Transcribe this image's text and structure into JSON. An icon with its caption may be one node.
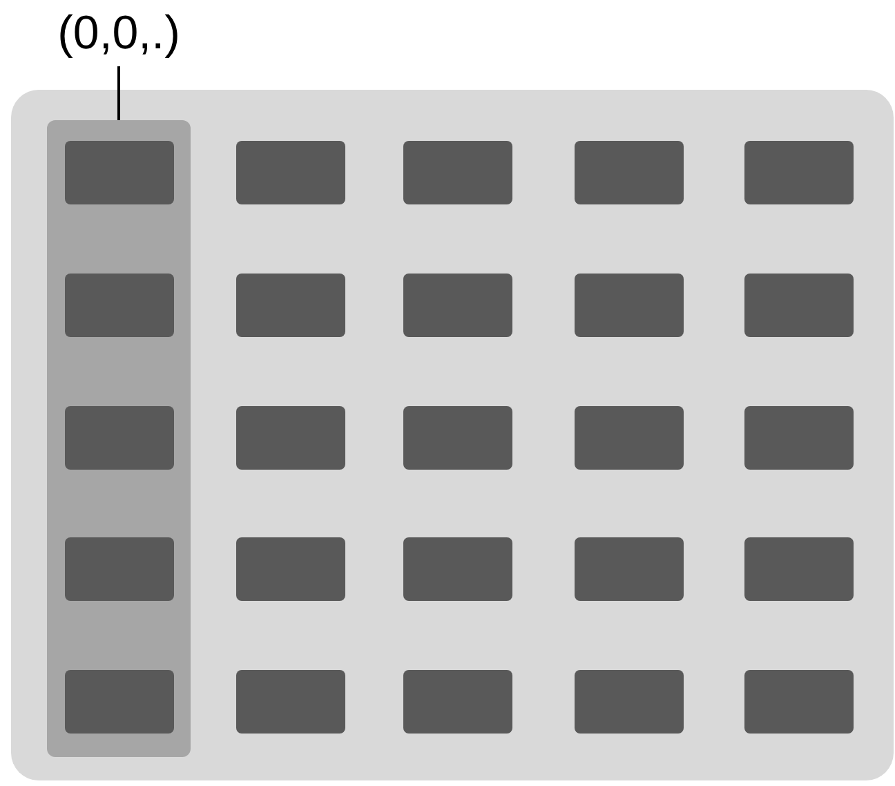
{
  "diagram": {
    "nodes": [
      {
        "text": [
          "(0,0,.)"
        ]
      },
      {
        "text": [],
        "shape": "box"
      },
      {
        "text": [],
        "shape": "box",
        "in": 1
      },
      {
        "text": [],
        "shape": "box",
        "in": 2
      },
      {
        "text": [],
        "shape": "box",
        "in": 1
      },
      {
        "text": [],
        "shape": "box",
        "in": 1
      },
      {
        "text": [],
        "shape": "box",
        "in": 1
      },
      {
        "text": [],
        "shape": "box",
        "in": 1
      },
      {
        "text": [],
        "shape": "box",
        "in": 2
      },
      {
        "text": [],
        "shape": "box",
        "in": 1
      },
      {
        "text": [],
        "shape": "box",
        "in": 1
      },
      {
        "text": [],
        "shape": "box",
        "in": 1
      },
      {
        "text": [],
        "shape": "box",
        "in": 1
      },
      {
        "text": [],
        "shape": "box",
        "in": 2
      },
      {
        "text": [],
        "shape": "box",
        "in": 1
      },
      {
        "text": [],
        "shape": "box",
        "in": 1
      },
      {
        "text": [],
        "shape": "box",
        "in": 1
      },
      {
        "text": [],
        "shape": "box",
        "in": 1
      },
      {
        "text": [],
        "shape": "box",
        "in": 2
      },
      {
        "text": [],
        "shape": "box",
        "in": 1
      },
      {
        "text": [],
        "shape": "box",
        "in": 1
      },
      {
        "text": [],
        "shape": "box",
        "in": 1
      },
      {
        "text": [],
        "shape": "box",
        "in": 1
      },
      {
        "text": [],
        "shape": "box",
        "in": 2
      },
      {
        "text": [],
        "shape": "box",
        "in": 1
      },
      {
        "text": [],
        "shape": "box",
        "in": 1
      },
      {
        "text": [],
        "shape": "box",
        "in": 1
      },
      {
        "text": [],
        "shape": "box",
        "in": 1
      }
    ],
    "edges": [
      {
        "from": 0,
        "to": 2,
        "arrow": "none"
      }
    ]
  }
}
